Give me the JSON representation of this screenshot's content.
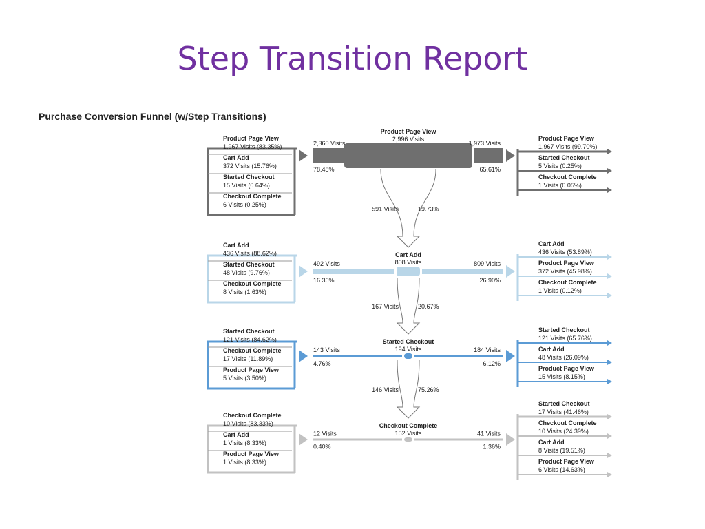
{
  "slide": {
    "title": "Step Transition Report"
  },
  "report": {
    "title": "Purchase Conversion Funnel (w/Step Transitions)"
  },
  "colors": {
    "stage1": "#6f6f6f",
    "stage2": "#b9d6e8",
    "stage3": "#5b9bd5",
    "stage4": "#c2c2c2",
    "connector": "#777777"
  },
  "stages": [
    {
      "name": "Product Page View",
      "visits": "2,996 Visits",
      "entries": "2,360 Visits",
      "entries_pct": "78.48%",
      "exits": "1,973 Visits",
      "exits_pct": "65.61%",
      "incoming": [
        {
          "label": "Product Page View",
          "value": "1,967 Visits (83.35%)"
        },
        {
          "label": "Cart Add",
          "value": "372 Visits (15.76%)"
        },
        {
          "label": "Started Checkout",
          "value": "15 Visits (0.64%)"
        },
        {
          "label": "Checkout Complete",
          "value": "6 Visits (0.25%)"
        }
      ],
      "outgoing": [
        {
          "label": "Product Page View",
          "value": "1,967 Visits (99.70%)"
        },
        {
          "label": "Started Checkout",
          "value": "5 Visits (0.25%)"
        },
        {
          "label": "Checkout Complete",
          "value": "1 Visits (0.05%)"
        }
      ]
    },
    {
      "name": "Cart Add",
      "visits": "808 Visits",
      "entries": "492 Visits",
      "entries_pct": "16.36%",
      "exits": "809 Visits",
      "exits_pct": "26.90%",
      "incoming": [
        {
          "label": "Cart Add",
          "value": "436 Visits (88.62%)"
        },
        {
          "label": "Started Checkout",
          "value": "48 Visits (9.76%)"
        },
        {
          "label": "Checkout Complete",
          "value": "8 Visits (1.63%)"
        }
      ],
      "outgoing": [
        {
          "label": "Cart Add",
          "value": "436 Visits (53.89%)"
        },
        {
          "label": "Product Page View",
          "value": "372 Visits (45.98%)"
        },
        {
          "label": "Checkout Complete",
          "value": "1 Visits (0.12%)"
        }
      ]
    },
    {
      "name": "Started Checkout",
      "visits": "194 Visits",
      "entries": "143 Visits",
      "entries_pct": "4.76%",
      "exits": "184 Visits",
      "exits_pct": "6.12%",
      "incoming": [
        {
          "label": "Started Checkout",
          "value": "121 Visits (84.62%)"
        },
        {
          "label": "Checkout Complete",
          "value": "17 Visits (11.89%)"
        },
        {
          "label": "Product Page View",
          "value": "5 Visits (3.50%)"
        }
      ],
      "outgoing": [
        {
          "label": "Started Checkout",
          "value": "121 Visits (65.76%)"
        },
        {
          "label": "Cart Add",
          "value": "48 Visits (26.09%)"
        },
        {
          "label": "Product Page View",
          "value": "15 Visits (8.15%)"
        }
      ]
    },
    {
      "name": "Checkout Complete",
      "visits": "152 Visits",
      "entries": "12 Visits",
      "entries_pct": "0.40%",
      "exits": "41 Visits",
      "exits_pct": "1.36%",
      "incoming": [
        {
          "label": "Checkout Complete",
          "value": "10 Visits (83.33%)"
        },
        {
          "label": "Cart Add",
          "value": "1 Visits (8.33%)"
        },
        {
          "label": "Product Page View",
          "value": "1 Visits (8.33%)"
        }
      ],
      "outgoing": [
        {
          "label": "Started Checkout",
          "value": "17 Visits (41.46%)"
        },
        {
          "label": "Checkout Complete",
          "value": "10 Visits (24.39%)"
        },
        {
          "label": "Cart Add",
          "value": "8 Visits (19.51%)"
        },
        {
          "label": "Product Page View",
          "value": "6 Visits (14.63%)"
        }
      ]
    }
  ],
  "transitions": [
    {
      "visits": "591 Visits",
      "pct": "19.73%"
    },
    {
      "visits": "167 Visits",
      "pct": "20.67%"
    },
    {
      "visits": "146 Visits",
      "pct": "75.26%"
    }
  ]
}
